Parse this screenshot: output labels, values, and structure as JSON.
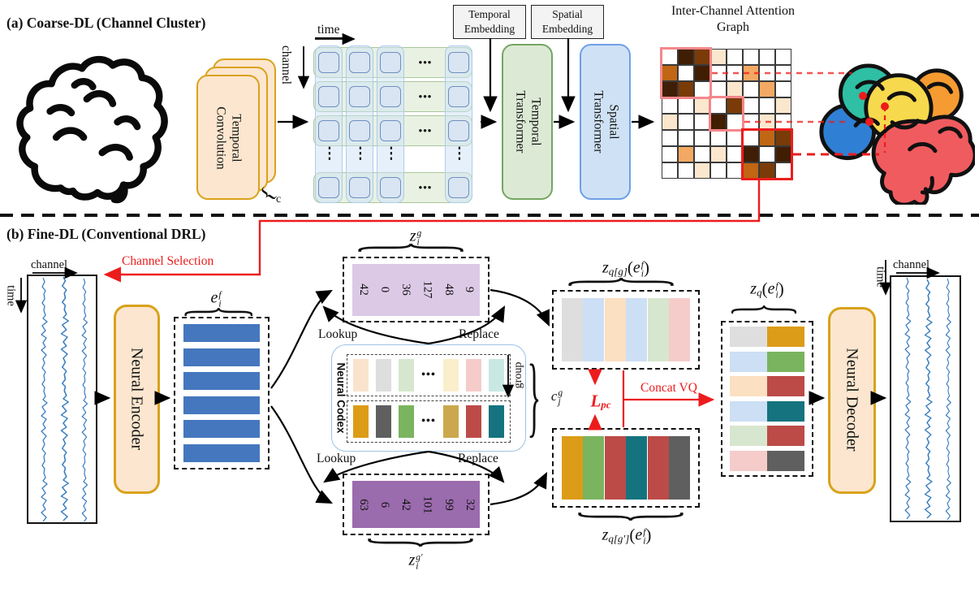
{
  "dec": {
    "ob": "{",
    "cb": "}",
    "lp": "(",
    "rp": ")"
  },
  "section_a": {
    "title": "(a) Coarse-DL (Channel Cluster)",
    "axis": {
      "time": "time",
      "channel": "channel"
    },
    "temporal_convolution": "Temporal Convolution",
    "conv_count_label": "c",
    "temporal_embedding": "Temporal Embedding",
    "spatial_embedding": "Spatial Embedding",
    "temporal_transformer": "Temporal Transformer",
    "spatial_transformer": "Spatial Transformer",
    "attention_title": "Inter-Channel Attention Graph",
    "attention": {
      "palette": {
        "0": "#FFFFFF",
        "1": "#FBE7CE",
        "2": "#F3A963",
        "3": "#C06614",
        "4": "#7A3B08",
        "5": "#401E04"
      },
      "cells": [
        "05410000",
        "30500200",
        "54001020",
        "00104001",
        "10050010",
        "00000034",
        "02010505",
        "00100340"
      ]
    },
    "grid": {
      "row_dots": "•••",
      "col_dots": "⋮"
    }
  },
  "section_b": {
    "title": "(b) Fine-DL (Conventional DRL)",
    "channel_selection": "Channel Selection",
    "axis_in": {
      "time": "time",
      "channel": "channel"
    },
    "axis_out": {
      "time": "time",
      "channel": "channel"
    },
    "neural_encoder": "Neural Encoder",
    "neural_decoder": "Neural Decoder",
    "neural_codex": "Neural Codex",
    "lookup_top": "Lookup",
    "replace_top": "Replace",
    "lookup_bottom": "Lookup",
    "replace_bottom": "Replace",
    "group_label": "group",
    "concat_vq": "Concat VQ",
    "loss": {
      "base": "L",
      "sub": "pc"
    },
    "ef": {
      "base": "e",
      "sup": "f",
      "sub": "i",
      "bars": 6,
      "bar_color": "#4577BE"
    },
    "zg": {
      "base": "z",
      "sup": "g",
      "sub": "i",
      "indices": [
        "42",
        "0",
        "36",
        "127",
        "48",
        "9"
      ],
      "bar_color": "#DCC9E6"
    },
    "zgp": {
      "base": "z",
      "sup": "g′",
      "sub": "i",
      "indices": [
        "63",
        "6",
        "42",
        "101",
        "99",
        "32"
      ],
      "bar_color": "#9A6BAD"
    },
    "cg": {
      "base": "c",
      "sup": "g",
      "sub": "j"
    },
    "codex": {
      "light": [
        "#FAE3CC",
        "#DEDEDE",
        "#D7E6CE",
        "#FBEECB",
        "#F6CCCA",
        "#C9E8E4"
      ],
      "dark": [
        "#DD9C17",
        "#5F5F5F",
        "#7AB45E",
        "#CBA84D",
        "#BC4B47",
        "#14737F"
      ],
      "dots": "•••"
    },
    "zqg": {
      "label_base": "z",
      "label_sub": "q[g]",
      "colors": [
        "#DEDEDE",
        "#CCDFF5",
        "#FBE0C2",
        "#CCDFF5",
        "#D7E6CE",
        "#F6CCCA"
      ]
    },
    "zqgp": {
      "label_base": "z",
      "label_sub": "q[g′]",
      "colors": [
        "#DD9C17",
        "#7AB45E",
        "#BC4B47",
        "#14737F",
        "#BC4B47",
        "#5F5F5F"
      ]
    },
    "zq": {
      "label_base": "z",
      "label_sub": "q",
      "rows": [
        [
          "#DEDEDE",
          "#DD9C17"
        ],
        [
          "#CCDFF5",
          "#7AB45E"
        ],
        [
          "#FBE0C2",
          "#BC4B47"
        ],
        [
          "#CCDFF5",
          "#14737F"
        ],
        [
          "#D7E6CE",
          "#BC4B47"
        ],
        [
          "#F6CCCA",
          "#5F5F5F"
        ]
      ]
    }
  }
}
